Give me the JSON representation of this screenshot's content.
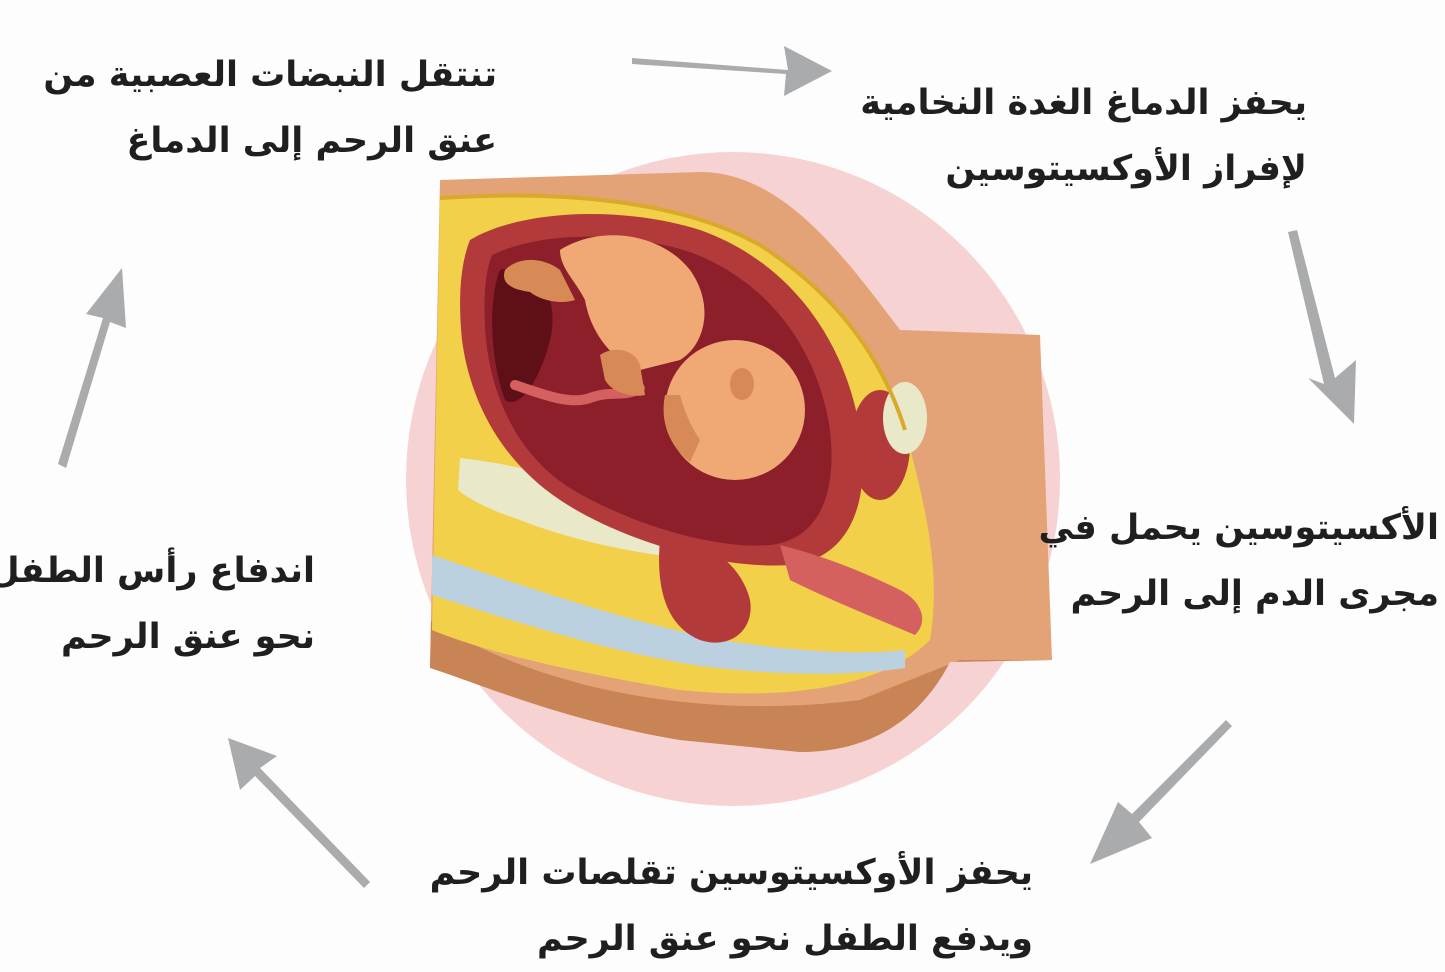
{
  "steps": [
    {
      "id": "nerve-impulses",
      "lines": [
        "تنتقل النبضات العصبية من",
        "عنق الرحم إلى الدماغ"
      ]
    },
    {
      "id": "pituitary",
      "lines": [
        "يحفز الدماغ الغدة النخامية",
        "لإفراز الأوكسيتوسين"
      ]
    },
    {
      "id": "bloodstream",
      "lines": [
        "الأكسيتوسين يحمل في",
        "مجرى الدم إلى الرحم"
      ]
    },
    {
      "id": "contractions",
      "lines": [
        "يحفز الأوكسيتوسين تقلصات الرحم",
        "ويدفع الطفل نحو عنق الرحم"
      ]
    },
    {
      "id": "head-push",
      "lines": [
        "اندفاع رأس الطفل",
        "نحو عنق الرحم"
      ]
    }
  ],
  "arrows": [
    {
      "name": "arrow-nerve-to-brain-icon",
      "from": "nerve-impulses",
      "to": "pituitary"
    },
    {
      "name": "arrow-brain-to-blood-icon",
      "from": "pituitary",
      "to": "bloodstream"
    },
    {
      "name": "arrow-blood-to-uterus-icon",
      "from": "bloodstream",
      "to": "contractions"
    },
    {
      "name": "arrow-contractions-to-head-icon",
      "from": "contractions",
      "to": "head-push"
    },
    {
      "name": "arrow-head-to-nerve-icon",
      "from": "head-push",
      "to": "nerve-impulses"
    }
  ],
  "illustration": {
    "name": "pregnant-uterus-cross-section",
    "colors": {
      "halo": "#f6d2d2",
      "skin": "#e3a376",
      "skin_dark": "#c98456",
      "fat": "#f2d04a",
      "fat_edge": "#d8a92a",
      "muscle": "#b33a3a",
      "muscle_light": "#d46060",
      "amniotic": "#8c1f2a",
      "amniotic_dark": "#5e0f18",
      "fetus": "#f0a874",
      "fetus_shade": "#d78a55",
      "bone": "#e9e8c8",
      "spine_blue": "#bcd1e0",
      "arrow": "#a9abad"
    }
  }
}
